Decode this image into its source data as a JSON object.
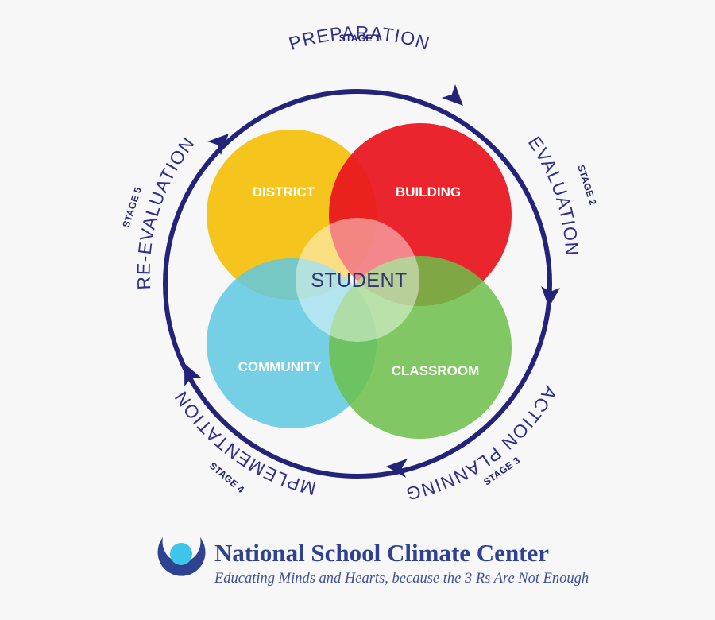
{
  "cycle": {
    "stages": [
      {
        "number": "STAGE 1",
        "name": "PREPARATION"
      },
      {
        "number": "STAGE 2",
        "name": "EVALUATION"
      },
      {
        "number": "STAGE 3",
        "name": "ACTION PLANNING"
      },
      {
        "number": "STAGE 4",
        "name": "IMPLEMENTATION"
      },
      {
        "number": "STAGE 5",
        "name": "RE-EVALUATION"
      }
    ],
    "ring_color": "#23237a"
  },
  "venn": {
    "circles": [
      {
        "label": "DISTRICT",
        "color": "#f5c211"
      },
      {
        "label": "BUILDING",
        "color": "#e8141d"
      },
      {
        "label": "COMMUNITY",
        "color": "#5ec8e2"
      },
      {
        "label": "CLASSROOM",
        "color": "#6cc04a"
      }
    ],
    "center_label": "STUDENT"
  },
  "footer": {
    "org_name": "National School Climate Center",
    "tagline": "Educating Minds and Hearts, because the 3 Rs Are Not Enough",
    "logo_colors": {
      "ring": "#2f4191",
      "dot": "#3fc4ea"
    }
  }
}
